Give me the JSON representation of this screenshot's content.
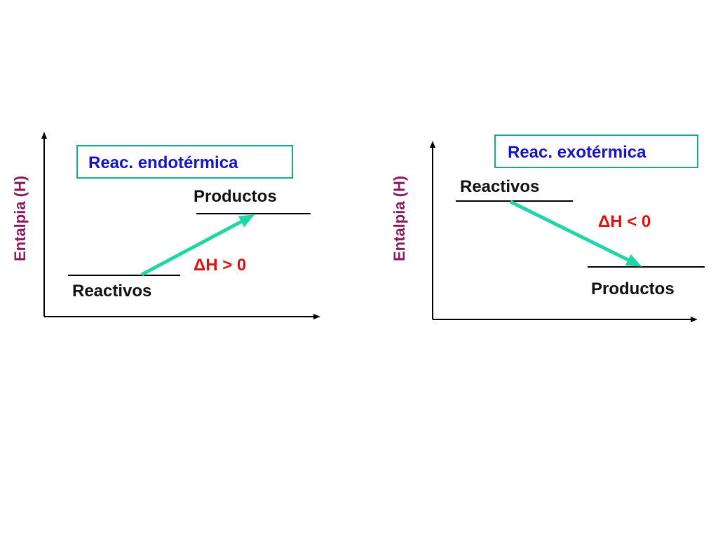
{
  "colors": {
    "axis": "#000000",
    "box_border": "#1aa88a",
    "title": "#1515c8",
    "arrow": "#1fd6a4",
    "delta": "#e01010",
    "ylabel": "#8a1b5c",
    "text": "#111111"
  },
  "left": {
    "title": "Reac. endotérmica",
    "ylabel": "Entalpia (H)",
    "top_level_label": "Productos",
    "bottom_level_label": "Reactivos",
    "delta_label": "ΔH > 0"
  },
  "right": {
    "title": "Reac. exotérmica",
    "ylabel": "Entalpia (H)",
    "top_level_label": "Reactivos",
    "bottom_level_label": "Productos",
    "delta_label": "ΔH < 0"
  }
}
